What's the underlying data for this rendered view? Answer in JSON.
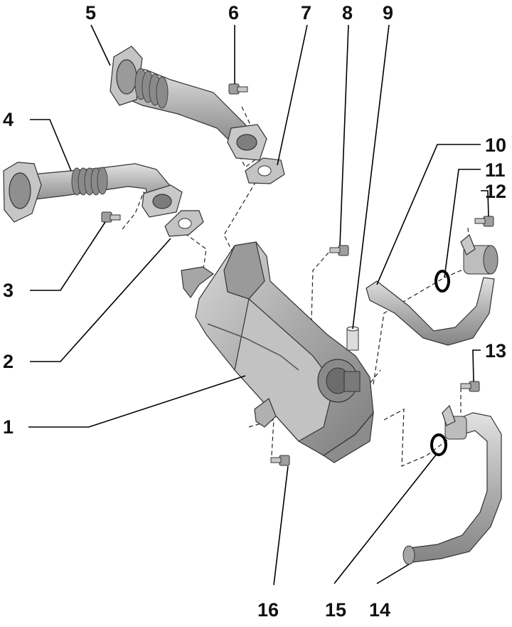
{
  "diagram": {
    "parts": [
      {
        "number": "1",
        "name": "egr-cooler"
      },
      {
        "number": "2",
        "name": "gasket-lower"
      },
      {
        "number": "3",
        "name": "bolt-pipe-lower"
      },
      {
        "number": "4",
        "name": "connecting-pipe-lower"
      },
      {
        "number": "5",
        "name": "connecting-pipe-upper"
      },
      {
        "number": "6",
        "name": "bolt-pipe-upper"
      },
      {
        "number": "7",
        "name": "gasket-upper"
      },
      {
        "number": "8",
        "name": "bolt-cooler-upper"
      },
      {
        "number": "9",
        "name": "temperature-sensor"
      },
      {
        "number": "10",
        "name": "coolant-pipe-upper"
      },
      {
        "number": "11",
        "name": "seal-ring-upper"
      },
      {
        "number": "12",
        "name": "bolt-coolant-upper"
      },
      {
        "number": "13",
        "name": "bolt-coolant-lower"
      },
      {
        "number": "14",
        "name": "coolant-pipe-lower"
      },
      {
        "number": "15",
        "name": "seal-ring-lower"
      },
      {
        "number": "16",
        "name": "bolt-cooler-lower"
      }
    ],
    "colors": {
      "part_fill": "#b9b9b9",
      "part_shade": "#8e8e8e",
      "part_light": "#d6d6d6",
      "line": "#000000"
    }
  }
}
